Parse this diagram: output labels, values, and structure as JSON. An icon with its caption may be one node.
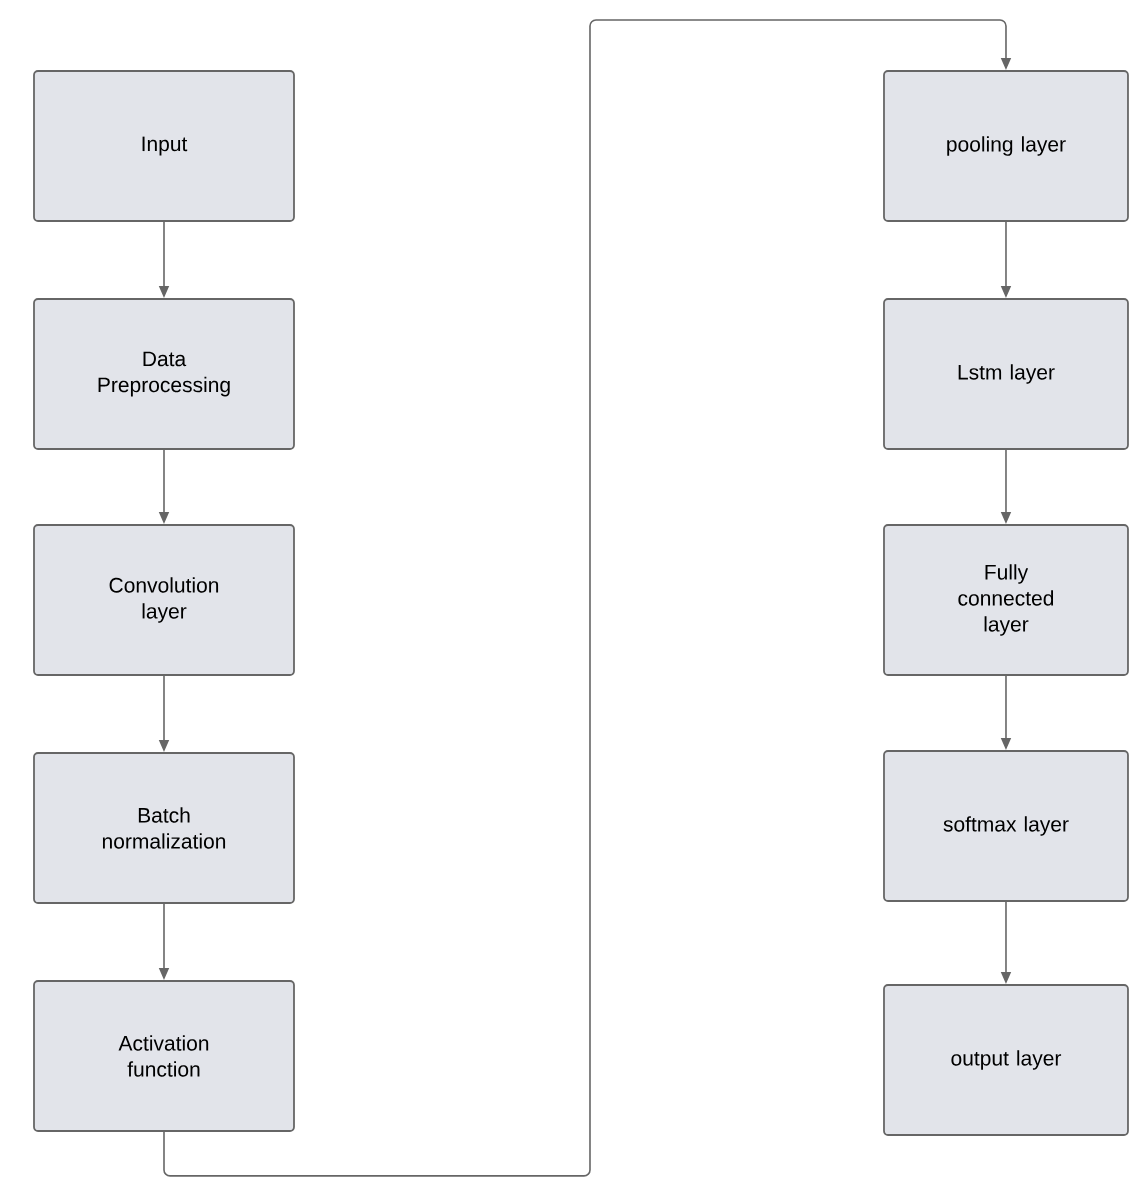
{
  "diagram": {
    "nodes": [
      {
        "text": [
          "Input"
        ]
      },
      {
        "text": [
          "Data Preprocessing"
        ]
      },
      {
        "text": [
          "Convolution layer"
        ]
      },
      {
        "text": [
          "Batch normalization"
        ]
      },
      {
        "text": [
          "Activation function"
        ]
      },
      {
        "text": [
          "pooling layer"
        ]
      },
      {
        "text": [
          "Lstm layer"
        ]
      },
      {
        "text": [
          "Fully connected layer"
        ]
      },
      {
        "text": [
          "softmax layer"
        ]
      },
      {
        "text": [
          "output layer"
        ]
      }
    ],
    "edges": [
      {
        "from": 0,
        "to": 1,
        "arrow": "to"
      },
      {
        "from": 1,
        "to": 2,
        "arrow": "to"
      },
      {
        "from": 2,
        "to": 3,
        "arrow": "to"
      },
      {
        "from": 3,
        "to": 4,
        "arrow": "to"
      },
      {
        "from": 4,
        "to": 5,
        "arrow": "to"
      },
      {
        "from": 5,
        "to": 6,
        "arrow": "to"
      },
      {
        "from": 6,
        "to": 7,
        "arrow": "to"
      },
      {
        "from": 7,
        "to": 8,
        "arrow": "to"
      },
      {
        "from": 8,
        "to": 9,
        "arrow": "to"
      }
    ]
  }
}
